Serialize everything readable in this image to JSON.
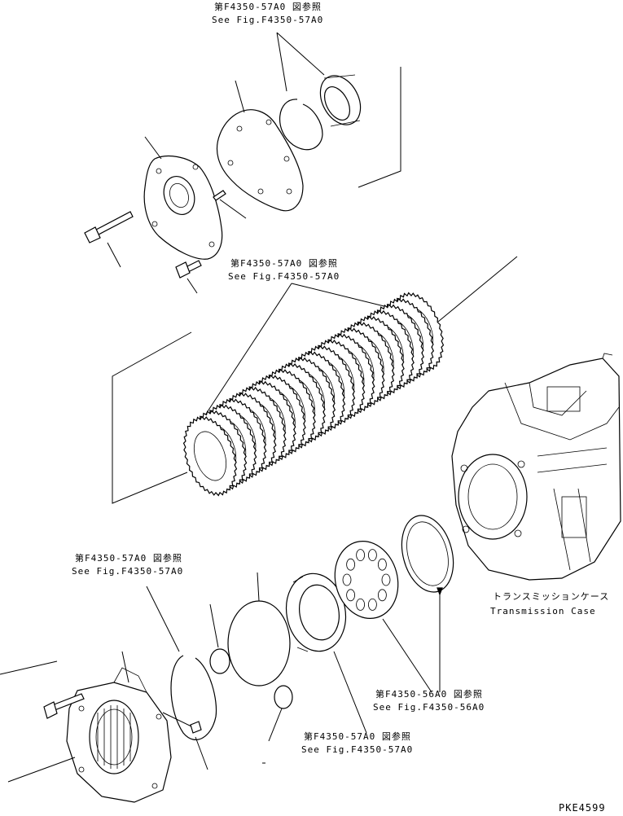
{
  "callouts": {
    "ref_top": {
      "jp": "第F4350-57A0 図参照",
      "en": "See Fig.F4350-57A0"
    },
    "ref_plates": {
      "jp": "第F4350-57A0 図参照",
      "en": "See Fig.F4350-57A0"
    },
    "ref_snapring": {
      "jp": "第F4350-57A0 図参照",
      "en": "See Fig.F4350-57A0"
    },
    "ref_piston": {
      "jp": "第F4350-56A0 図参照",
      "en": "See Fig.F4350-56A0"
    },
    "ref_bottom": {
      "jp": "第F4350-57A0 図参照",
      "en": "See Fig.F4350-57A0"
    },
    "transmission_case": {
      "jp": "トランスミッションケース",
      "en": "Transmission Case"
    }
  },
  "figure_code": "PKE4599"
}
